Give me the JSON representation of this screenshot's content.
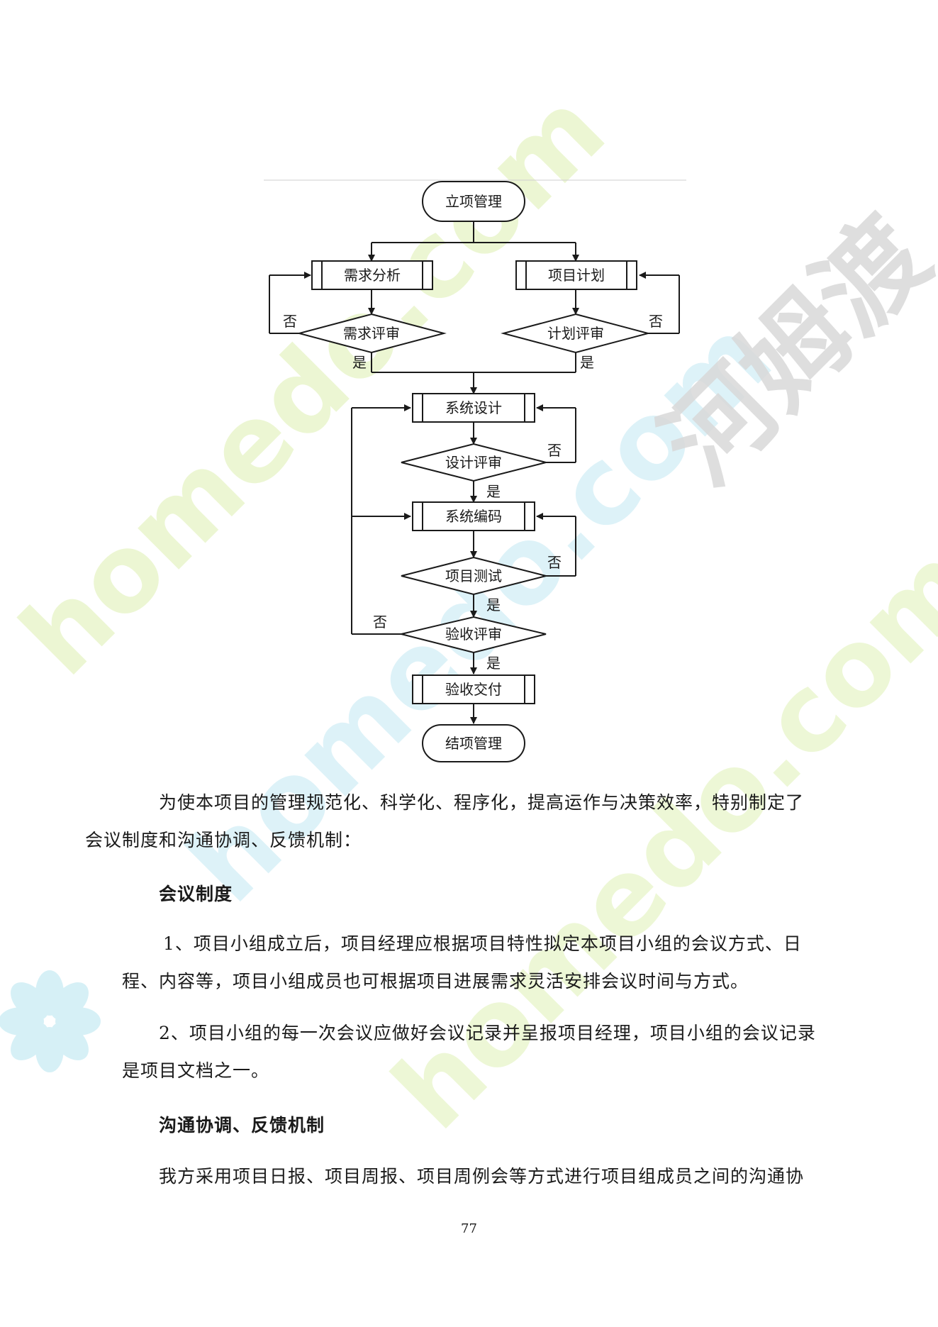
{
  "watermark": {
    "text_en": "homedo.com",
    "text_cn": "河姆渡"
  },
  "flowchart": {
    "start": "立项管理",
    "req_analysis": "需求分析",
    "proj_plan": "项目计划",
    "req_review": "需求评审",
    "plan_review": "计划评审",
    "sys_design": "系统设计",
    "design_review": "设计评审",
    "sys_coding": "系统编码",
    "proj_test": "项目测试",
    "accept_review": "验收评审",
    "accept_delivery": "验收交付",
    "end": "结项管理",
    "yes": "是",
    "no": "否"
  },
  "content": {
    "intro_line1": "为使本项目的管理规范化、科学化、程序化，提高运作与决策效率，特别制定了",
    "intro_line2": "会议制度和沟通协调、反馈机制：",
    "heading_meeting": "会议制度",
    "item1_line1": "1、项目小组成立后，项目经理应根据项目特性拟定本项目小组的会议方式、日",
    "item1_line2": "程、内容等，项目小组成员也可根据项目进展需求灵活安排会议时间与方式。",
    "item2_line1": "2、项目小组的每一次会议应做好会议记录并呈报项目经理，项目小组的会议记录",
    "item2_line2": "是项目文档之一。",
    "heading_comm": "沟通协调、反馈机制",
    "comm_line1": "我方采用项目日报、项目周报、项目周例会等方式进行项目组成员之间的沟通协"
  },
  "page_number": "77"
}
